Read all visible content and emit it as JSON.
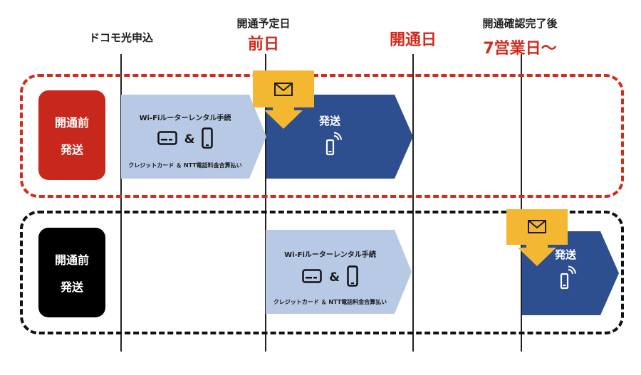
{
  "header": {
    "apply_label": "ドコモ光申込",
    "scheduled_label": "開通予定日",
    "prev_day_label": "前日",
    "open_day_label": "開通日",
    "after_confirm_label": "開通確認完了後",
    "business_days_label": "7営業日〜"
  },
  "lanes": [
    {
      "badge_line1": "開通前",
      "badge_line2": "発送",
      "color": "#c8281b",
      "rental_title": "Wi-Fiルーターレンタル手続",
      "ampersand": "&",
      "rental_caption": "クレジットカード ＆ NTT電話料金合算払い",
      "ship_label": "発送"
    },
    {
      "badge_line1": "開通前",
      "badge_line2": "発送",
      "color": "#000000",
      "rental_title": "Wi-Fiルーターレンタル手続",
      "ampersand": "&",
      "rental_caption": "クレジットカード ＆ NTT電話料金合算払い",
      "ship_label": "発送"
    }
  ],
  "colors": {
    "accent_red": "#d32a1c",
    "light_arrow": "#b8c9e5",
    "dark_arrow": "#2e4f8f",
    "mail_yellow": "#f4b731"
  },
  "icons": [
    "credit-card-icon",
    "smartphone-icon",
    "envelope-icon",
    "router-icon",
    "down-arrow-icon"
  ]
}
